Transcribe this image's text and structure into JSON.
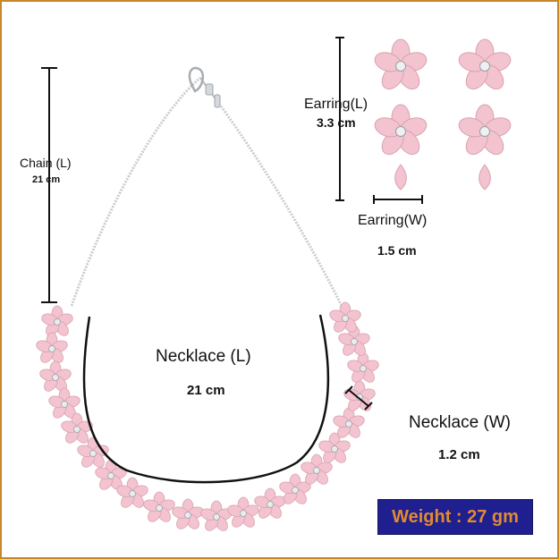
{
  "labels": {
    "chain_length_title": "Chain (L)",
    "chain_length_value": "21 cm",
    "earring_length_title": "Earring(L)",
    "earring_length_value": "3.3 cm",
    "earring_width_title": "Earring(W)",
    "earring_width_value": "1.5 cm",
    "necklace_length_title": "Necklace (L)",
    "necklace_length_value": "21 cm",
    "necklace_width_title": "Necklace (W)",
    "necklace_width_value": "1.2 cm",
    "weight": "Weight : 27 gm"
  },
  "colors": {
    "frame_border": "#c8862a",
    "petal_pink": "#f3c3cf",
    "metal_silver": "#c9cdd2",
    "measure_line": "#111111",
    "badge_background": "#1f1f8f",
    "badge_text": "#e38a2e"
  }
}
